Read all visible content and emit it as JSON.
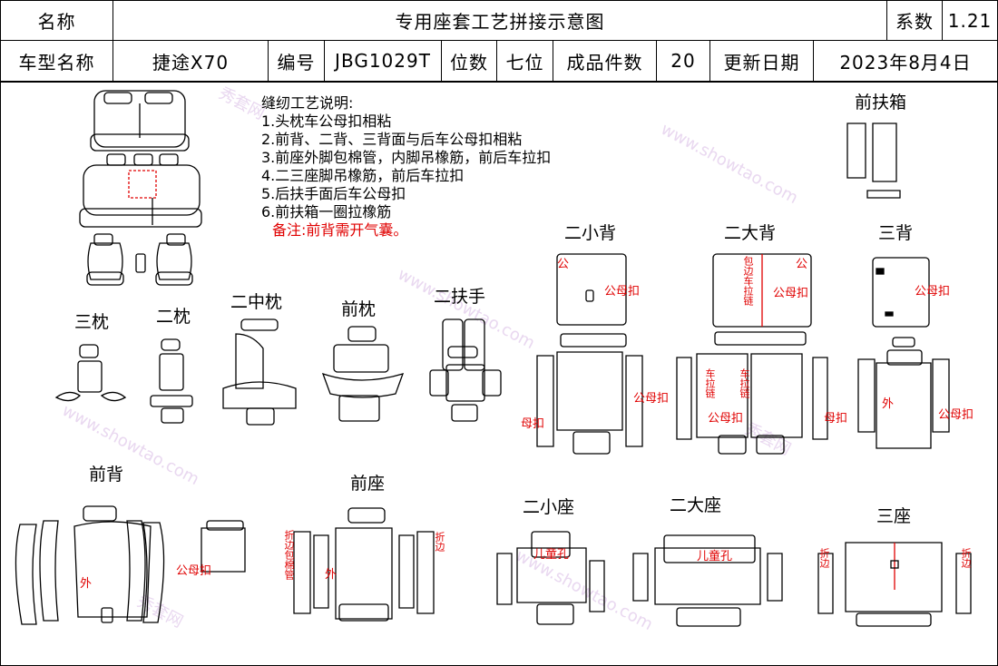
{
  "header": {
    "name_label": "名称",
    "title": "专用座套工艺拼接示意图",
    "coef_label": "系数",
    "coef_value": "1.21",
    "model_label": "车型名称",
    "model_value": "捷途X70",
    "code_label": "编号",
    "code_value": "JBG1029T",
    "seats_label": "位数",
    "seats_value": "七位",
    "pieces_label": "成品件数",
    "pieces_value": "20",
    "date_label": "更新日期",
    "date_value": "2023年8月4日"
  },
  "notes": {
    "title": "缝纫工艺说明:",
    "items": [
      "1.头枕车公母扣相粘",
      "2.前背、二背、三背面与后车公母扣相粘",
      "3.前座外脚包棉管，内脚吊橡筋，前后车拉扣",
      "4.二三座脚吊橡筋，前后车拉扣",
      "5.后扶手面后车公母扣",
      "6.前扶箱一圈拉橡筋"
    ],
    "remark": "备注:前背需开气囊。"
  },
  "sections": {
    "front_box": "前扶箱",
    "second_small_back": "二小背",
    "second_big_back": "二大背",
    "third_back": "三背",
    "third_pillow": "三枕",
    "second_pillow": "二枕",
    "second_mid_pillow": "二中枕",
    "front_pillow": "前枕",
    "second_armrest": "二扶手",
    "front_back": "前背",
    "front_seat": "前座",
    "second_small_seat": "二小座",
    "second_big_seat": "二大座",
    "third_seat": "三座"
  },
  "marks": {
    "male_female": "公母扣",
    "male_female_v": "公母扣",
    "gong": "公",
    "female": "母扣",
    "female_v": "母扣",
    "outer": "外",
    "wrap_zip_v": "包边车拉链",
    "car_zip_v": "车拉链",
    "child_hole": "儿童孔",
    "fold_edge_v": "折边",
    "fold_cotton_v": "折边包棉管"
  },
  "watermarks": [
    "秀套网",
    "www.showtao.com"
  ]
}
